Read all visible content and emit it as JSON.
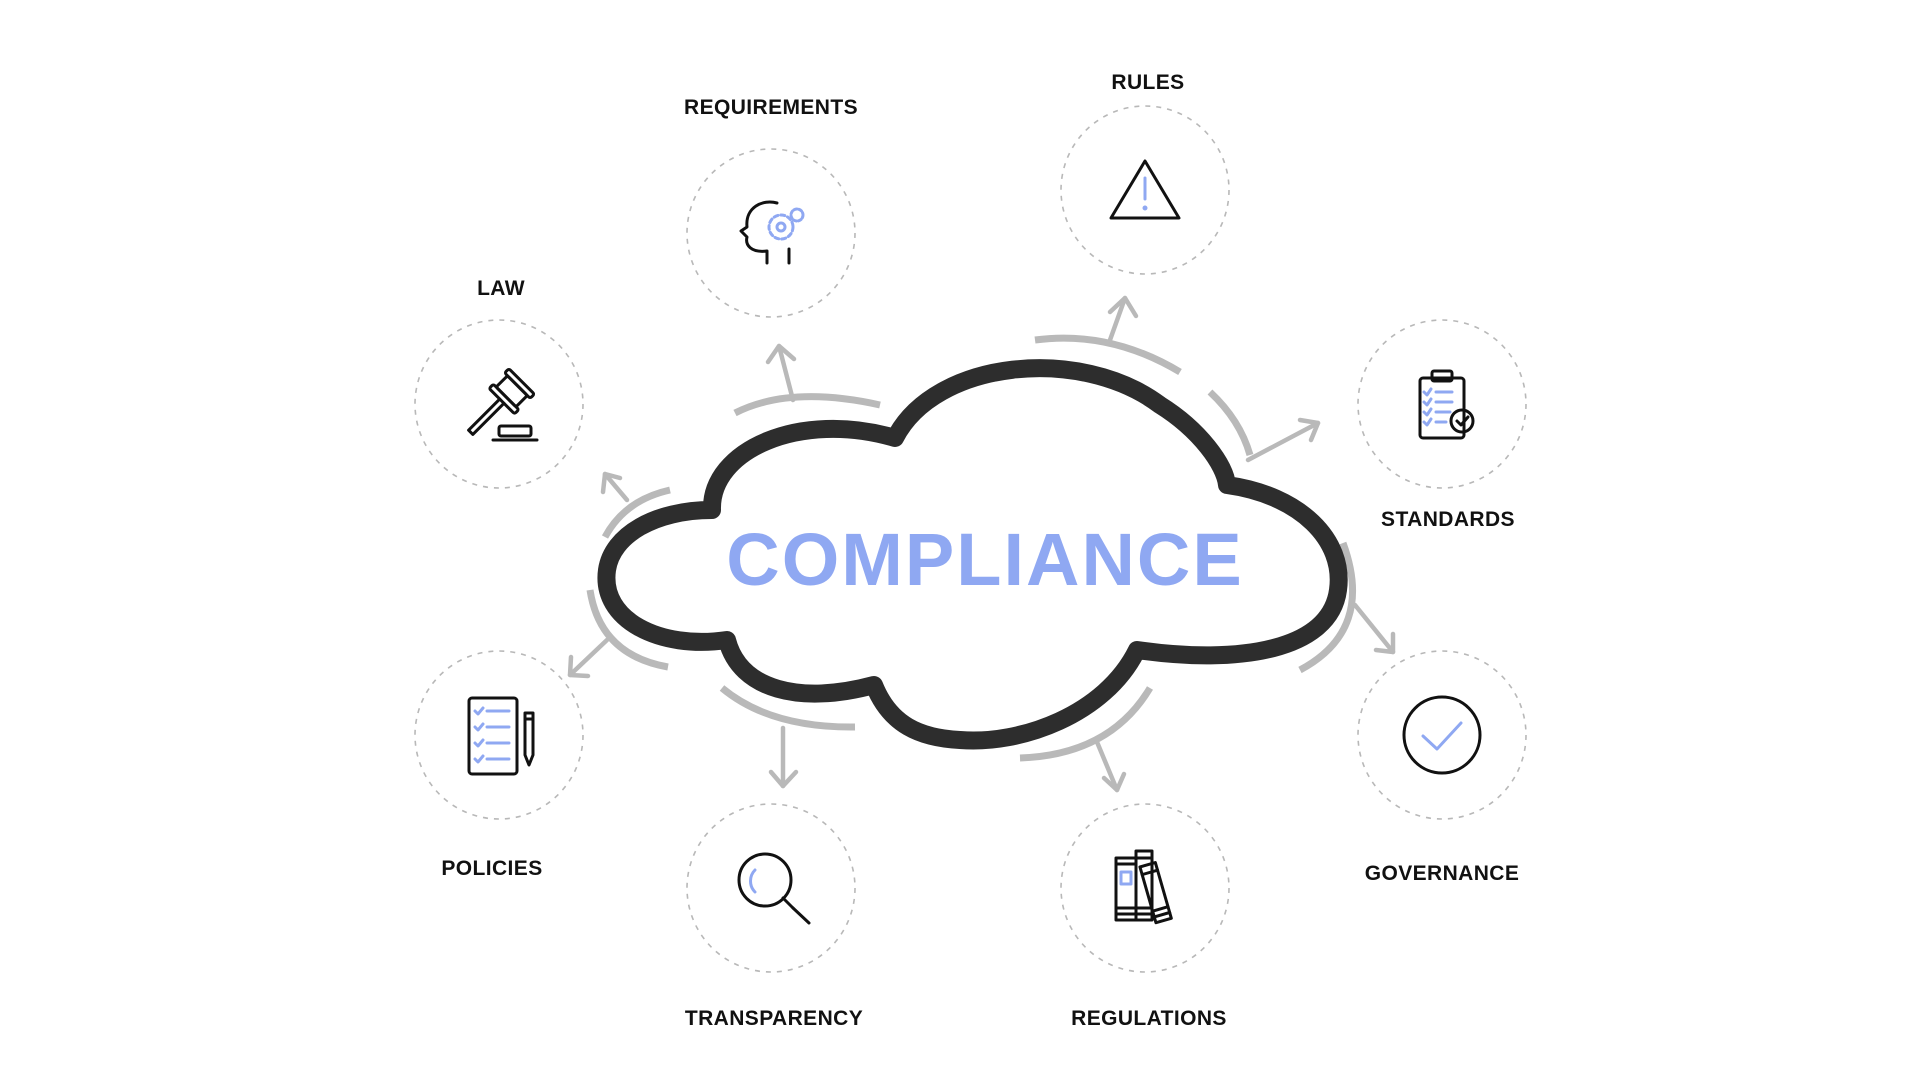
{
  "title": "COMPLIANCE",
  "colors": {
    "accent": "#8fa8f2",
    "outline": "#2d2d2d",
    "decoration": "#b9b9b9",
    "label": "#111111"
  },
  "nodes": [
    {
      "key": "requirements",
      "label": "REQUIREMENTS",
      "icon": "head-gears-icon"
    },
    {
      "key": "rules",
      "label": "RULES",
      "icon": "warning-triangle-icon"
    },
    {
      "key": "law",
      "label": "LAW",
      "icon": "gavel-icon"
    },
    {
      "key": "standards",
      "label": "STANDARDS",
      "icon": "clipboard-checklist-icon"
    },
    {
      "key": "policies",
      "label": "POLICIES",
      "icon": "document-pencil-icon"
    },
    {
      "key": "governance",
      "label": "GOVERNANCE",
      "icon": "check-circle-icon"
    },
    {
      "key": "transparency",
      "label": "TRANSPARENCY",
      "icon": "magnifier-icon"
    },
    {
      "key": "regulations",
      "label": "REGULATIONS",
      "icon": "books-icon"
    }
  ]
}
